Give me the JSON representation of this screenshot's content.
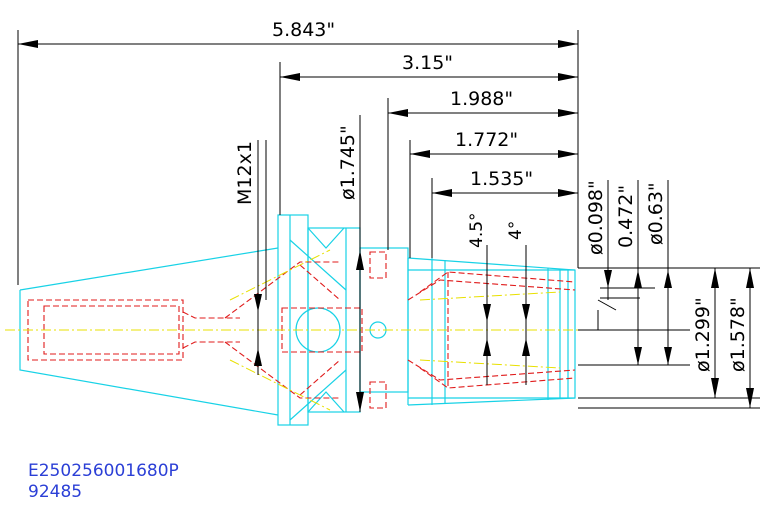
{
  "drawing": {
    "dimensions": {
      "overall_length": "5.843\"",
      "length_3": "3.15\"",
      "length_1988": "1.988\"",
      "length_1772": "1.772\"",
      "length_1535": "1.535\"",
      "thread": "M12x1",
      "dia_1745": "ø1.745\"",
      "angle_45": "4.5°",
      "angle_4": "4°",
      "dia_0098": "ø0.098\"",
      "dia_0472": "0.472\"",
      "dia_063": "ø0.63\"",
      "dia_1299": "ø1.299\"",
      "dia_1578": "ø1.578\""
    },
    "part_number": "E250256001680P",
    "part_code": "92485",
    "colors": {
      "outline": "#18d2e6",
      "hidden": "#e01b1b",
      "center": "#e8e000",
      "dimension": "#000000",
      "text": "#2b3fd6"
    }
  }
}
